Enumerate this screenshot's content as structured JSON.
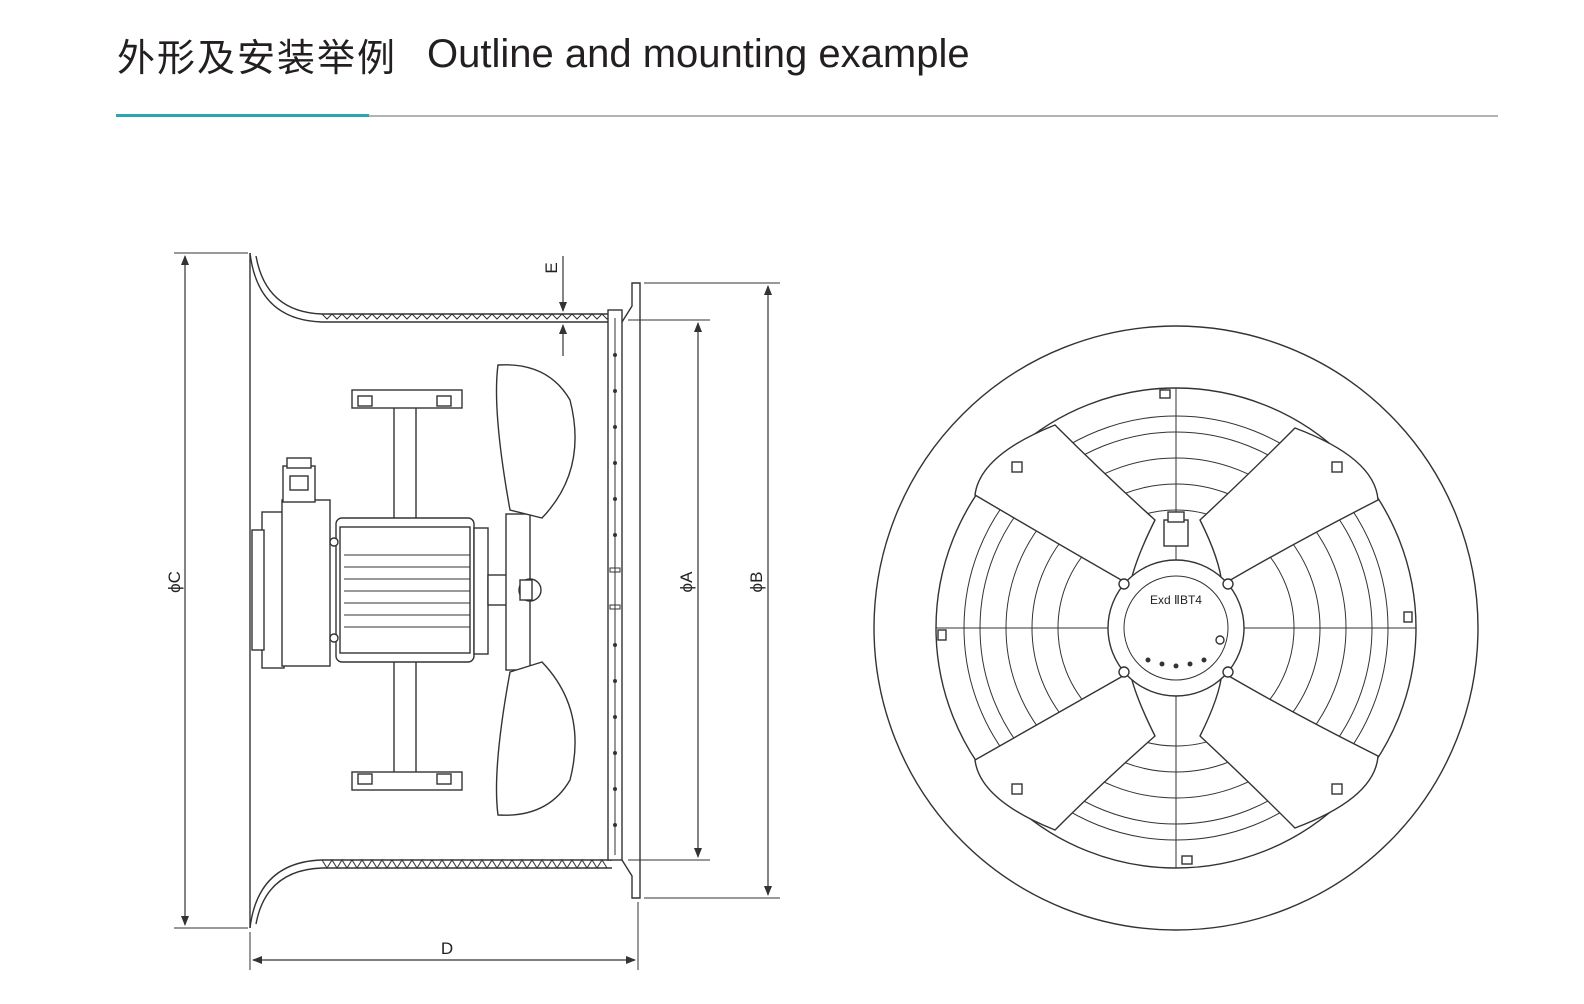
{
  "header": {
    "title_zh": "外形及安装举例",
    "title_en": "Outline and mounting example"
  },
  "colors": {
    "accent": "#2aa6b0",
    "rule": "#b3b3b3",
    "line": "#333333"
  },
  "side_view": {
    "dimensions": {
      "diam_a": "ϕA",
      "diam_b": "ϕB",
      "diam_c": "ϕC",
      "d": "D",
      "e": "E"
    }
  },
  "front_view": {
    "motor_label": "Exd ⅡBT4"
  }
}
